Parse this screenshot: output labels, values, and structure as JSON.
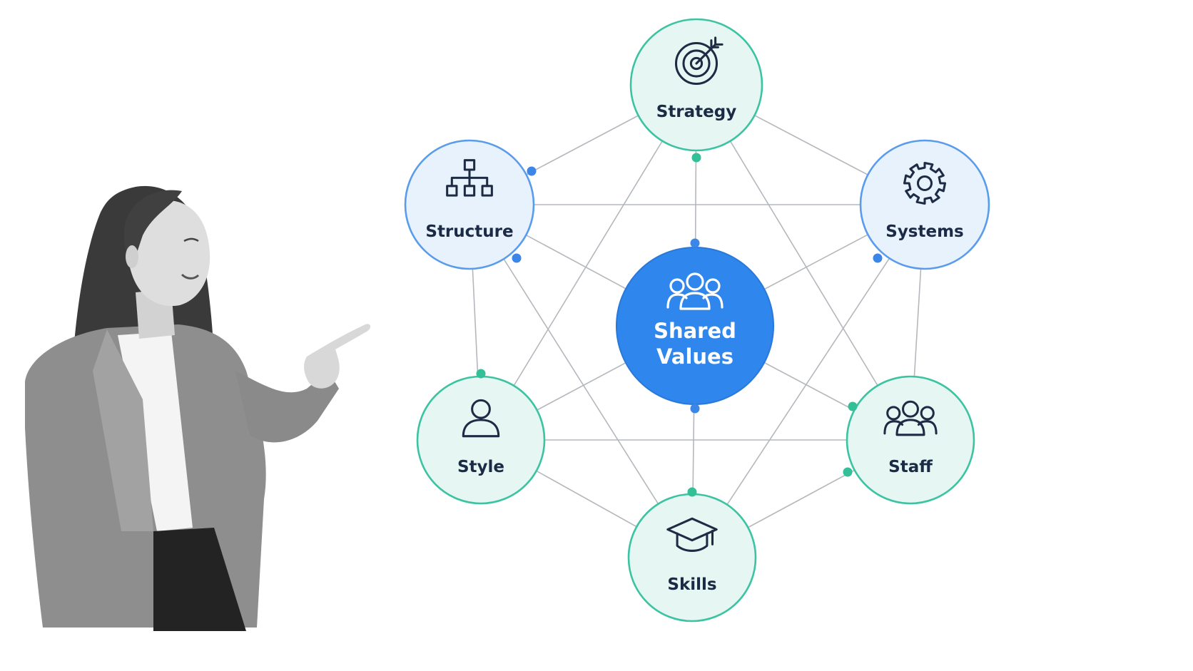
{
  "diagram": {
    "nodes": [
      {
        "key": "strategy",
        "label": "Strategy",
        "icon": "target-icon",
        "theme": "green"
      },
      {
        "key": "structure",
        "label": "Structure",
        "icon": "org-chart-icon",
        "theme": "blue"
      },
      {
        "key": "systems",
        "label": "Systems",
        "icon": "gear-icon",
        "theme": "blue"
      },
      {
        "key": "style",
        "label": "Style",
        "icon": "user-icon",
        "theme": "green"
      },
      {
        "key": "staff",
        "label": "Staff",
        "icon": "team-icon",
        "theme": "green"
      },
      {
        "key": "skills",
        "label": "Skills",
        "icon": "graduation-cap-icon",
        "theme": "green"
      }
    ],
    "center": {
      "label_line1": "Shared",
      "label_line2": "Values",
      "icon": "group-icon"
    }
  },
  "colors": {
    "center_fill": "#2f86ec",
    "green_fill": "#e6f7f3",
    "green_stroke": "#3cc3a1",
    "blue_fill": "#e8f2fd",
    "blue_stroke": "#5a9cec",
    "line": "#b4b8bd",
    "label": "#1b2a45",
    "icon": "#1d2b44",
    "person_jacket": "#8e8e8e",
    "person_hair": "#3a3a3a"
  }
}
